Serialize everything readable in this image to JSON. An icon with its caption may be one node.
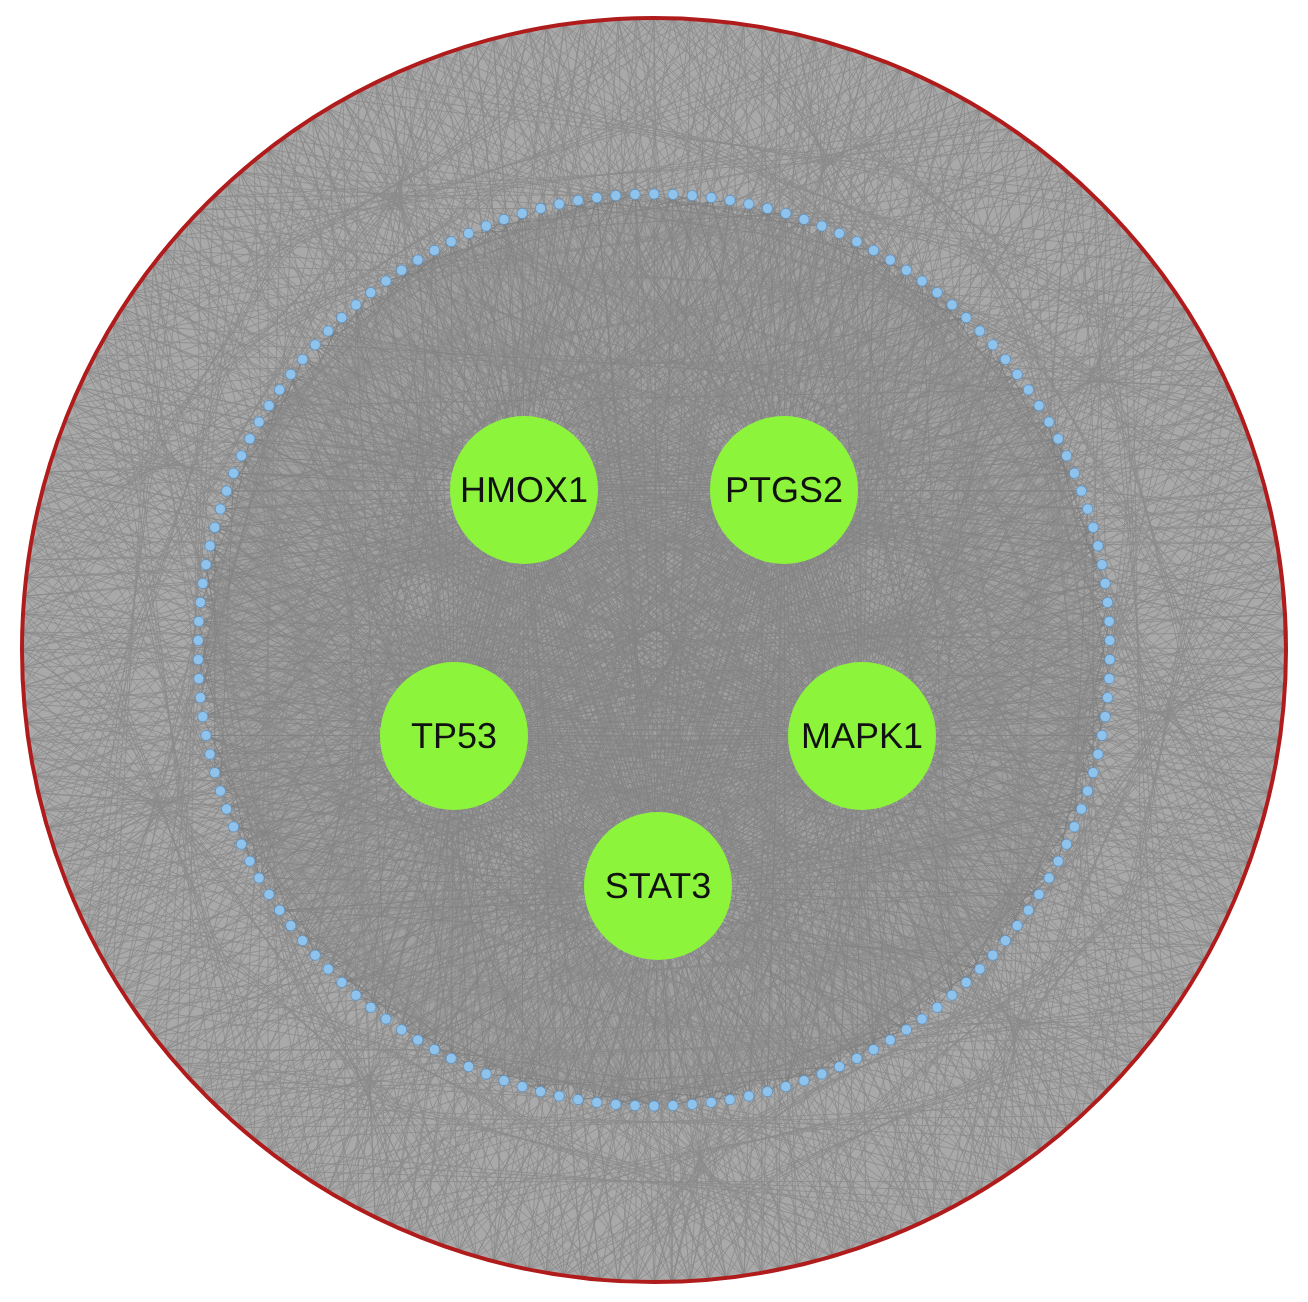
{
  "diagram": {
    "nodes": [
      {
        "text": [
          "HMOX1"
        ]
      },
      {
        "text": [
          "PTGS2"
        ]
      },
      {
        "text": [
          "TP53"
        ]
      },
      {
        "text": [
          "MAPK1"
        ]
      },
      {
        "text": [
          "STAT3"
        ]
      }
    ]
  }
}
